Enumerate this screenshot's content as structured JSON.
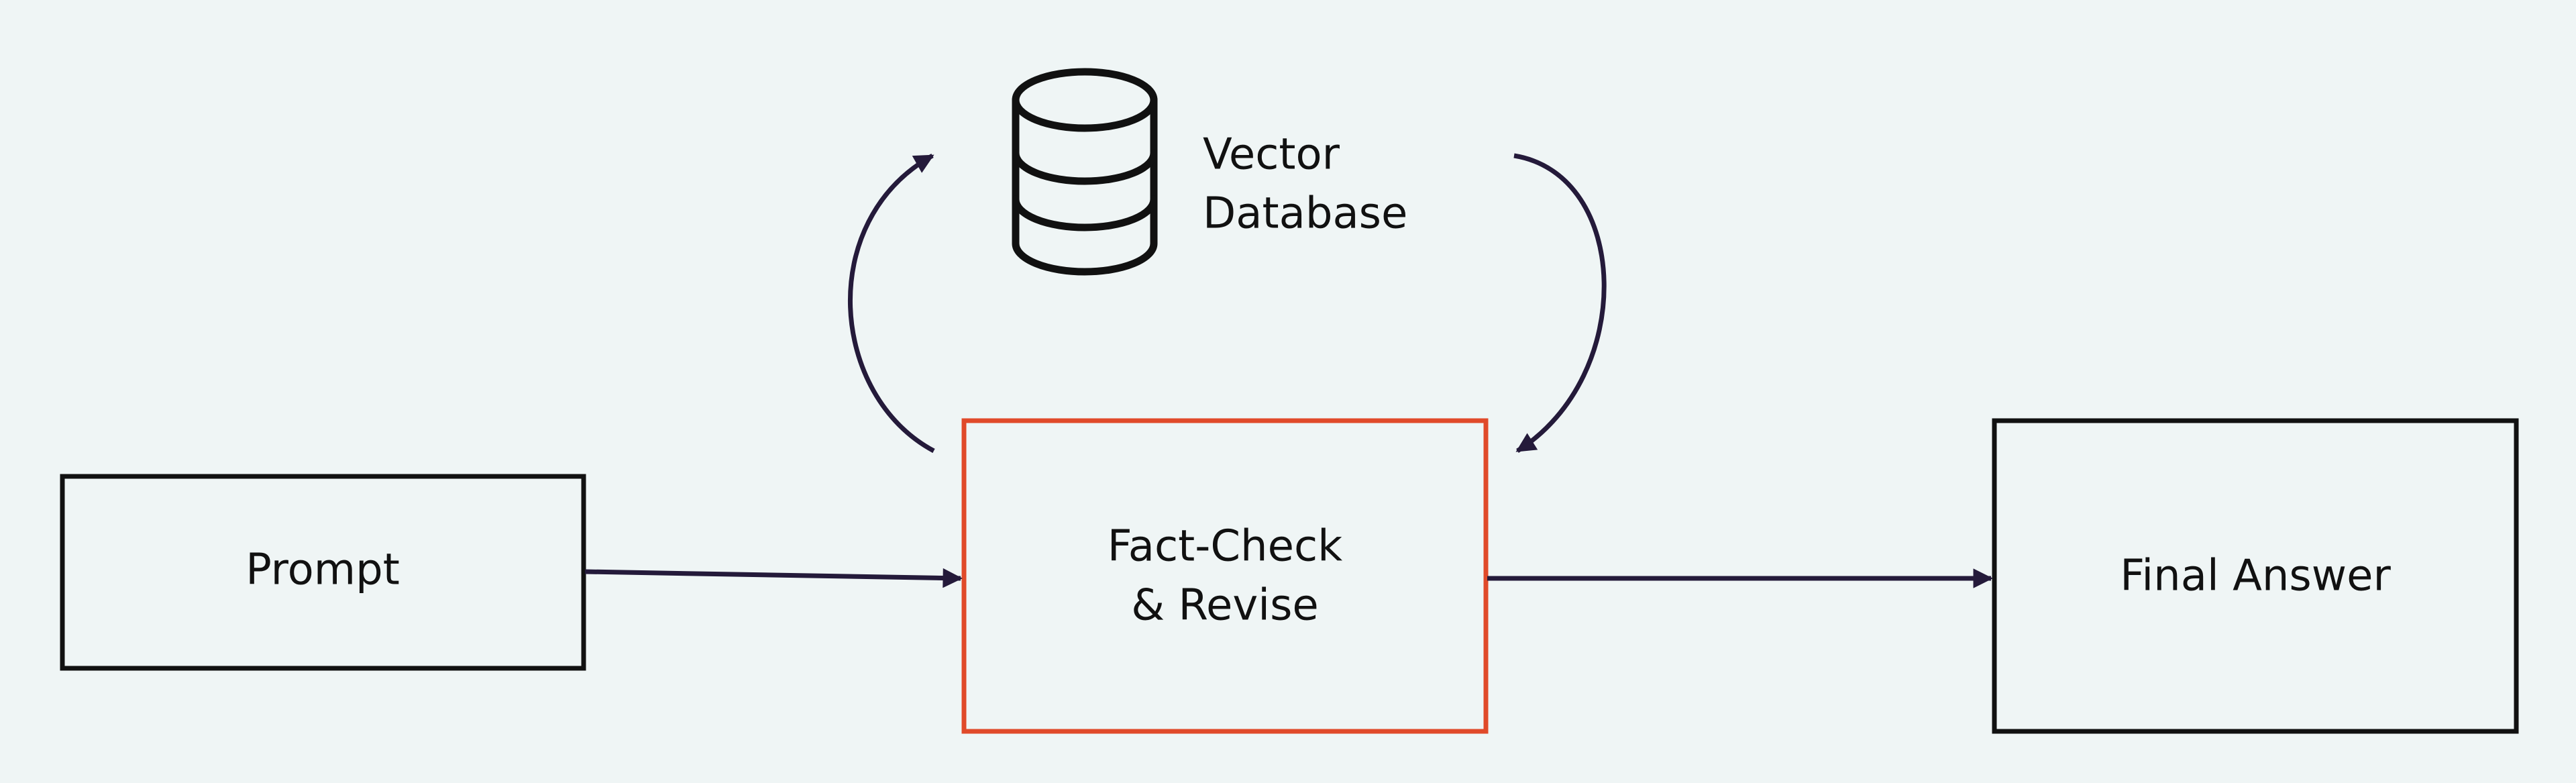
{
  "nodes": {
    "prompt": {
      "label": "Prompt"
    },
    "fact_check": {
      "line1": "Fact-Check",
      "line2": "& Revise"
    },
    "final_answer": {
      "label": "Final Answer"
    },
    "vector_db": {
      "line1": "Vector",
      "line2": "Database",
      "icon": "database-icon"
    }
  },
  "colors": {
    "background": "#eff5f5",
    "box_stroke": "#111111",
    "highlight_stroke": "#e04a2a",
    "arrow": "#241a3a"
  }
}
